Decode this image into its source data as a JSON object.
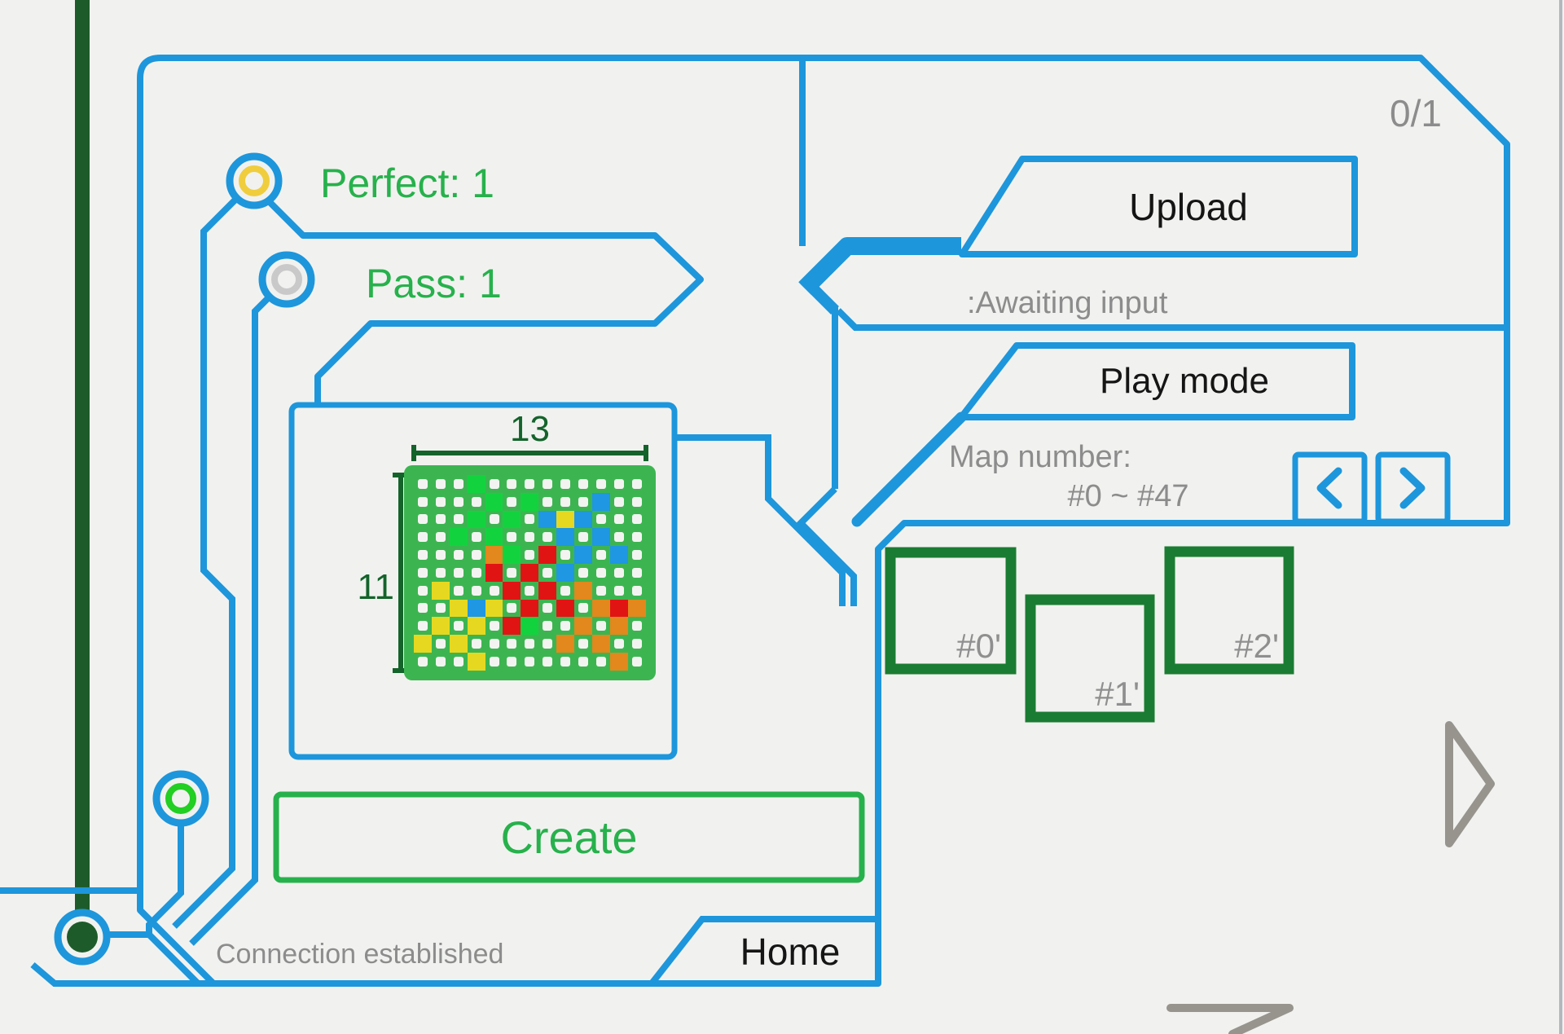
{
  "app": {
    "background": "#f1f2ef",
    "accent_blue": "#1d96dc",
    "accent_green": "#27b14c",
    "dark_green": "#1d5c2a",
    "thumbnail_green": "#1a7c32",
    "gray_text": "#8c8c8c"
  },
  "score_panel": {
    "perfect": "Perfect: 1",
    "pass": "Pass: 1",
    "perfect_node_icon": "yellow-ring-node",
    "pass_node_icon": "gray-ring-node"
  },
  "upload_panel": {
    "counter": "0/1",
    "upload_button": "Upload",
    "status": ":Awaiting input"
  },
  "play_panel": {
    "play_button": "Play mode",
    "map_number_label": "Map number:",
    "map_range": "#0 ~ #47",
    "prev_icon": "chevron-left",
    "next_icon": "chevron-right"
  },
  "map_slots": {
    "slot0": "#0'",
    "slot1": "#1'",
    "slot2": "#2'"
  },
  "map_editor": {
    "width_label": "13",
    "height_label": "11",
    "columns": 13,
    "rows": 11,
    "cell_colors": {
      "G": "#12d33e",
      "B": "#1f97e2",
      "Y": "#e6d820",
      "O": "#e2881c",
      "R": "#e11414"
    },
    "cells": [
      "...G.........",
      "....G.G...B..",
      "...G.G.BYB...",
      "..G.G...B.B..",
      "....OG.R.B.B.",
      "....R.R.B....",
      ".Y...R.R.O...",
      "..YBY.R.R.ORO",
      ".Y.Y.RG..O.O.",
      "Y.Y.....O.O..",
      "...Y.......O."
    ]
  },
  "create_button": "Create",
  "footer": {
    "status": "Connection established",
    "home_button": "Home"
  },
  "pagination": {
    "next_page_icon": "triangle-right",
    "page_down_icon": "triangle-down"
  }
}
